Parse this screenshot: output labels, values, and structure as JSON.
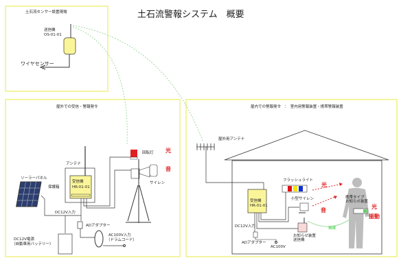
{
  "title": "土石流警報システム　概要",
  "sensor_site": {
    "heading": "土石流センサー設置現場",
    "transmitter_label": "送信機",
    "transmitter_model": "OS-01-01",
    "wire_sensor": "ワイヤセンサー"
  },
  "outdoor": {
    "heading": "屋外での受信・警報発令",
    "antenna": "アンテナ",
    "receiver_label": "受信機",
    "receiver_model": "HR-01-01",
    "solar_panel": "ソーラーパネル",
    "protective_box": "保護箱",
    "dc_input": "DC12V入力",
    "ad_adapter": "ADアダプター",
    "battery_line1": "DC12V電源",
    "battery_line2": "（自動車用バッテリー）",
    "ac_line1": "AC100V入力",
    "ac_line2": "（ドラムコード）",
    "rotating_light": "回転灯",
    "light": "光",
    "sound": "音",
    "siren": "サイレン"
  },
  "indoor": {
    "heading": "屋内での警報発令　：　室内用警報装置・携帯警報装置",
    "outdoor_antenna": "屋外用アンテナ",
    "flash_light": "フラッシュライト",
    "small_siren": "小型サイレン",
    "light": "光",
    "sound": "音",
    "receiver_label": "受信機",
    "receiver_model": "HR-01-01",
    "portable_line1": "携帯タイプ",
    "portable_line2": "お知らせ装置",
    "portable_light": "光",
    "vibration": "振動",
    "wireless": "無線",
    "notify_tx_line1": "お知らせ装置",
    "notify_tx_line2": "送信機",
    "dc_input": "DC12V入力",
    "ad_adapter": "ADアダプター",
    "ac": "AC100V"
  },
  "colors": {
    "frame": "#f4f4a0",
    "device": "#fbf59a",
    "alert": "#e02020",
    "wireless": "#7fd07f"
  }
}
